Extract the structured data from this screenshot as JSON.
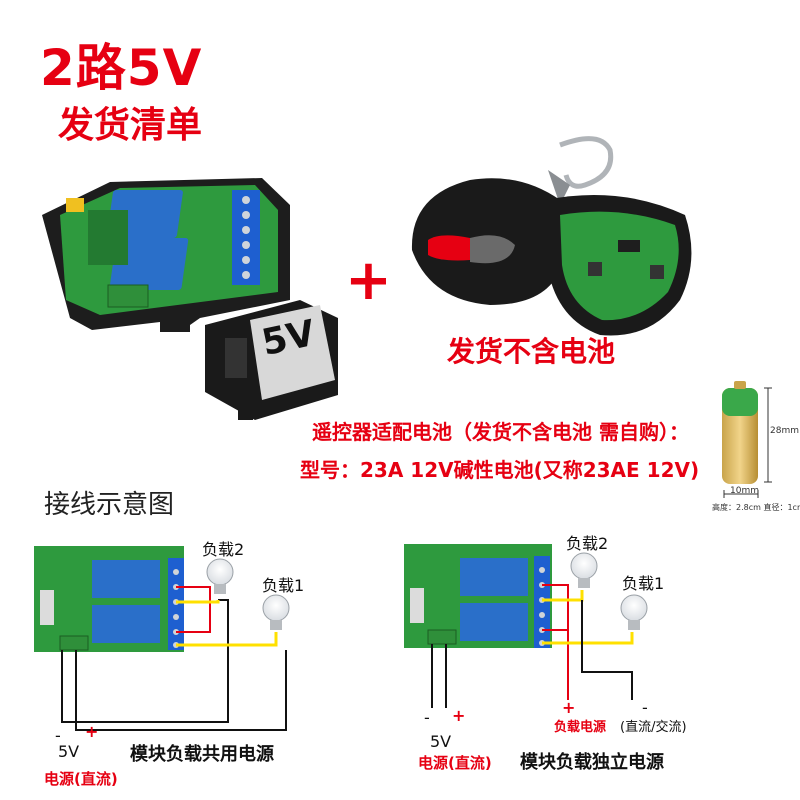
{
  "header": {
    "title": "2路5V",
    "subtitle": "发货清单"
  },
  "package": {
    "plus": "+",
    "case_label": "5V",
    "remote_note": "发货不含电池"
  },
  "battery_info": {
    "line1": "遥控器适配电池（发货不含电池  需自购）：",
    "line2": "型号：23A 12V碱性电池(又称23AE 12V)",
    "height_label": "28mm",
    "diameter_label": "10mm",
    "spec_caption": "高度：2.8cm 直径：1cm"
  },
  "wiring": {
    "title": "接线示意图",
    "left": {
      "load2": "负载2",
      "load1": "负载1",
      "minus": "-",
      "plus": "+",
      "voltage": "5V",
      "power": "电源(直流)",
      "caption": "模块负载共用电源"
    },
    "right": {
      "load2": "负载2",
      "load1": "负载1",
      "minus": "-",
      "plus": "+",
      "voltage": "5V",
      "power": "电源(直流)",
      "load_plus": "+",
      "load_minus": "-",
      "load_power": "负载电源",
      "load_power_type": "(直流/交流)",
      "caption": "模块负载独立电源"
    }
  },
  "colors": {
    "accent_red": "#e60012",
    "pcb_green": "#2e9a3e",
    "relay_blue": "#2a6fc9",
    "terminal_blue": "#1e5fd0",
    "wire_yellow": "#ffe000",
    "wire_red": "#e60012",
    "wire_black": "#111111"
  },
  "icons": [
    "relay-module",
    "module-case",
    "remote-fob",
    "battery",
    "bulb"
  ]
}
